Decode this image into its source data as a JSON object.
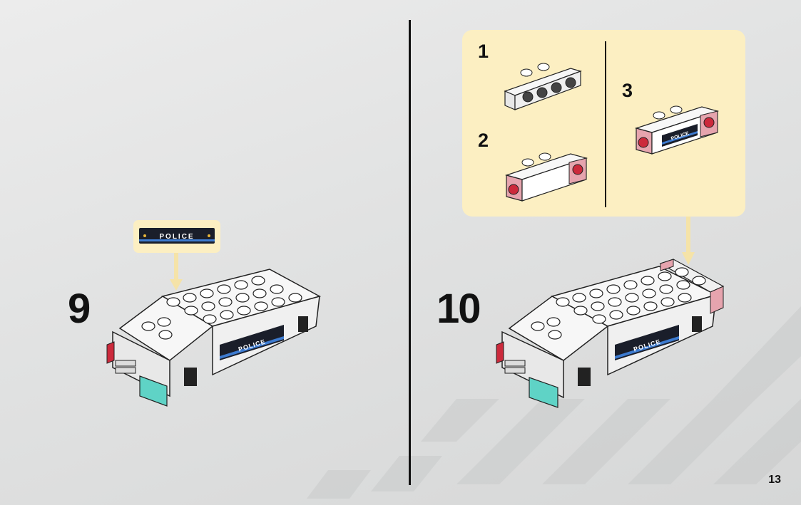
{
  "page": {
    "number": "13"
  },
  "steps": [
    {
      "number": "9",
      "sticker_text": "POLICE"
    },
    {
      "number": "10",
      "sticker_text": "POLICE"
    }
  ],
  "substeps": [
    {
      "number": "1"
    },
    {
      "number": "2"
    },
    {
      "number": "3",
      "sticker_text": "POLICE"
    }
  ],
  "colors": {
    "callout_bg": "#fcefc2",
    "arrow": "#f5e3a8",
    "brick_white": "#f7f7f7",
    "brick_red": "#cc2a3c",
    "windshield": "#5fd3c6",
    "sticker_dark": "#1a1e2a"
  }
}
